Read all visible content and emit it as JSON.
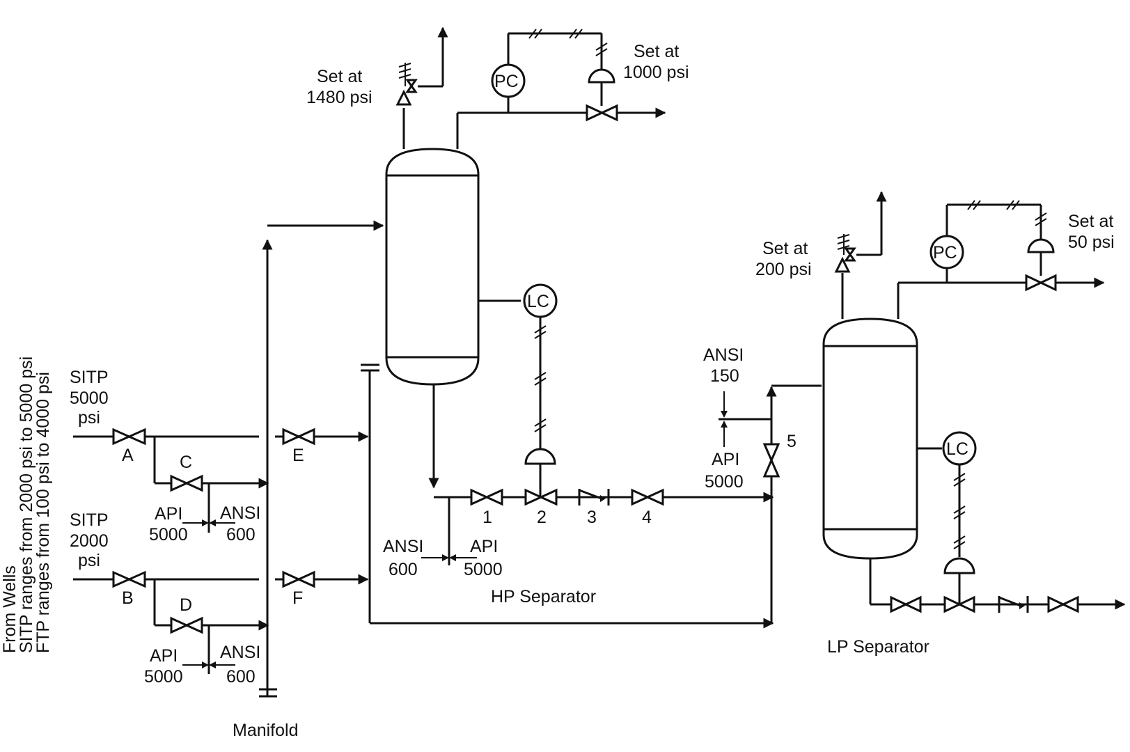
{
  "well_info": {
    "line1": "From Wells",
    "line2": "SITP ranges from 2000 psi to 5000 psi",
    "line3": "FTP ranges from 100 psi to 4000 psi"
  },
  "well_a": {
    "line1": "SITP",
    "line2": "5000",
    "line3": "psi"
  },
  "well_b": {
    "line1": "SITP",
    "line2": "2000",
    "line3": "psi"
  },
  "valves": {
    "a": "A",
    "b": "B",
    "c": "C",
    "d": "D",
    "e": "E",
    "f": "F"
  },
  "numbers": {
    "n1": "1",
    "n2": "2",
    "n3": "3",
    "n4": "4",
    "n5": "5"
  },
  "ratings": {
    "api": "API",
    "ansi": "ANSI",
    "v5000": "5000",
    "v600": "600",
    "v150": "150"
  },
  "hp": {
    "psv_set_line1": "Set at",
    "psv_set_line2": "1480 psi",
    "pcv_set_line1": "Set at",
    "pcv_set_line2": "1000 psi",
    "pc": "PC",
    "lc": "LC",
    "label": "HP Separator"
  },
  "lp": {
    "psv_set_line1": "Set at",
    "psv_set_line2": "200 psi",
    "pcv_set_line1": "Set at",
    "pcv_set_line2": "50 psi",
    "pc": "PC",
    "lc": "LC",
    "label": "LP Separator"
  },
  "manifold_label": "Manifold"
}
